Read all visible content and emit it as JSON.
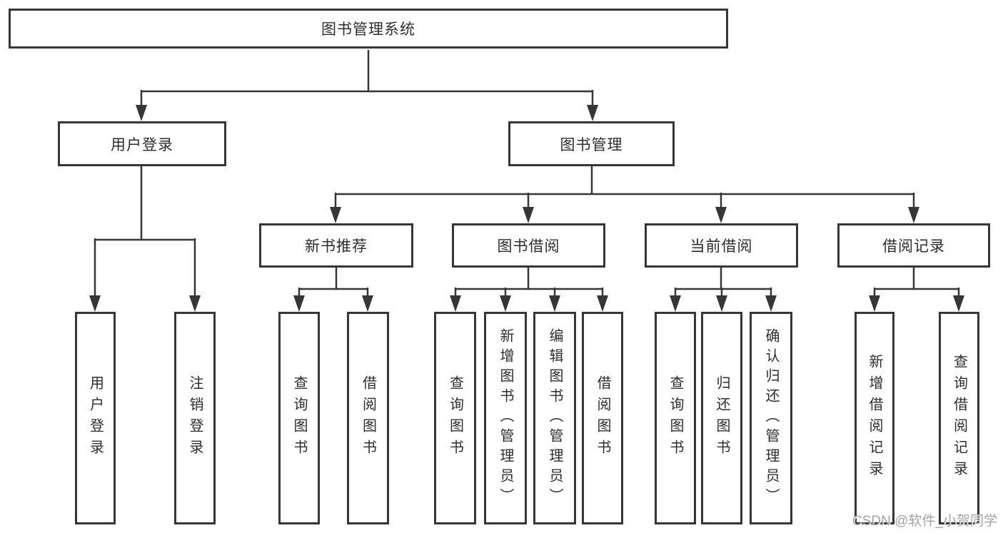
{
  "tree": {
    "label": "图书管理系统",
    "children": [
      {
        "label": "用户登录",
        "children": [
          {
            "label": "用户登录"
          },
          {
            "label": "注销登录"
          }
        ]
      },
      {
        "label": "图书管理",
        "children": [
          {
            "label": "新书推荐",
            "children": [
              {
                "label": "查询图书"
              },
              {
                "label": "借阅图书"
              }
            ]
          },
          {
            "label": "图书借阅",
            "children": [
              {
                "label": "查询图书"
              },
              {
                "label": "新增图书（管理员）"
              },
              {
                "label": "编辑图书（管理员）"
              },
              {
                "label": "借阅图书"
              }
            ]
          },
          {
            "label": "当前借阅",
            "children": [
              {
                "label": "查询图书"
              },
              {
                "label": "归还图书"
              },
              {
                "label": "确认归还（管理员）"
              }
            ]
          },
          {
            "label": "借阅记录",
            "children": [
              {
                "label": "新增借阅记录"
              },
              {
                "label": "查询借阅记录"
              }
            ]
          }
        ]
      }
    ]
  },
  "watermark": {
    "text": "CSDN @软件_小贺同学"
  },
  "colors": {
    "line": "#363636",
    "text": "#2d2d2d",
    "watermark": "#a3a3a3",
    "bg": "#ffffff"
  }
}
